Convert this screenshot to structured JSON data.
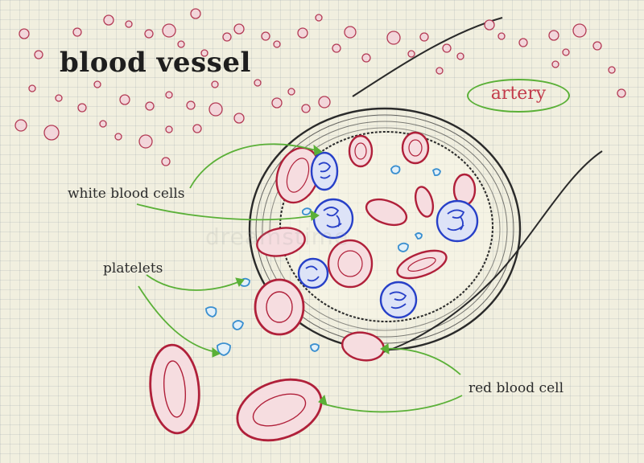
{
  "title": "blood vessel",
  "labels": {
    "artery": "artery",
    "white_blood_cells": "white blood cells",
    "platelets": "platelets",
    "red_blood_cell": "red blood cell"
  },
  "watermark": "dreamstime",
  "colors": {
    "paper": "#f1efdf",
    "red_cell": "#b0203a",
    "white_cell": "#2740c8",
    "platelet": "#3a8fd0",
    "arrow": "#5ab037",
    "vessel_line": "#2a2a2a"
  }
}
